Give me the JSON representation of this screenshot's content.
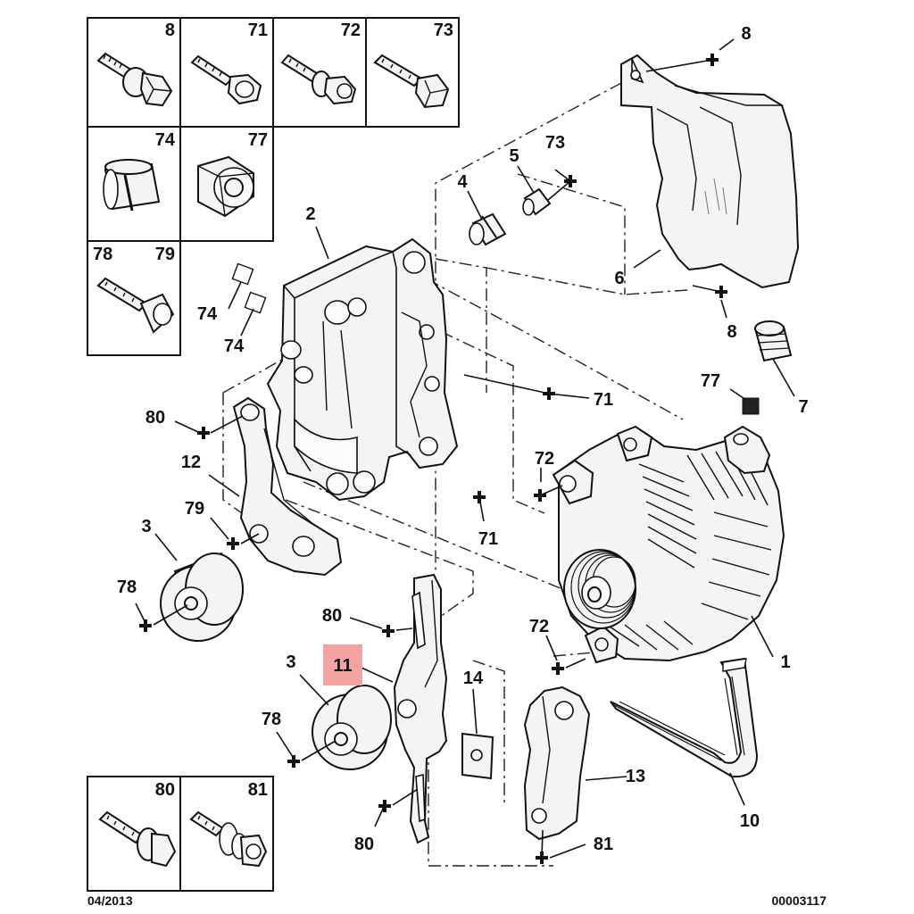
{
  "legend": {
    "cells": [
      {
        "id": "8",
        "label": "8"
      },
      {
        "id": "71",
        "label": "71"
      },
      {
        "id": "72",
        "label": "72"
      },
      {
        "id": "73",
        "label": "73"
      },
      {
        "id": "74",
        "label": "74"
      },
      {
        "id": "77",
        "label": "77"
      },
      {
        "id": "78_79",
        "label": "78"
      },
      {
        "id": "78_79b",
        "label": "79"
      },
      {
        "id": "80",
        "label": "80"
      },
      {
        "id": "81",
        "label": "81"
      }
    ]
  },
  "callouts": {
    "c8a": "8",
    "c73": "73",
    "c5": "5",
    "c4": "4",
    "c2": "2",
    "c6": "6",
    "c8b": "8",
    "c74a": "74",
    "c74b": "74",
    "c77": "77",
    "c7": "7",
    "c80a": "80",
    "c71a": "71",
    "c12": "12",
    "c72a": "72",
    "c79": "79",
    "c71b": "71",
    "c3a": "3",
    "c78a": "78",
    "c80b": "80",
    "c72b": "72",
    "c1": "1",
    "c11": "11",
    "c3b": "3",
    "c14": "14",
    "c78b": "78",
    "c13": "13",
    "c10": "10",
    "c80c": "80",
    "c81": "81"
  },
  "highlight": {
    "part": "11",
    "color": "#f4a3a3"
  },
  "footer": {
    "date": "04/2013",
    "code": "00003117"
  }
}
